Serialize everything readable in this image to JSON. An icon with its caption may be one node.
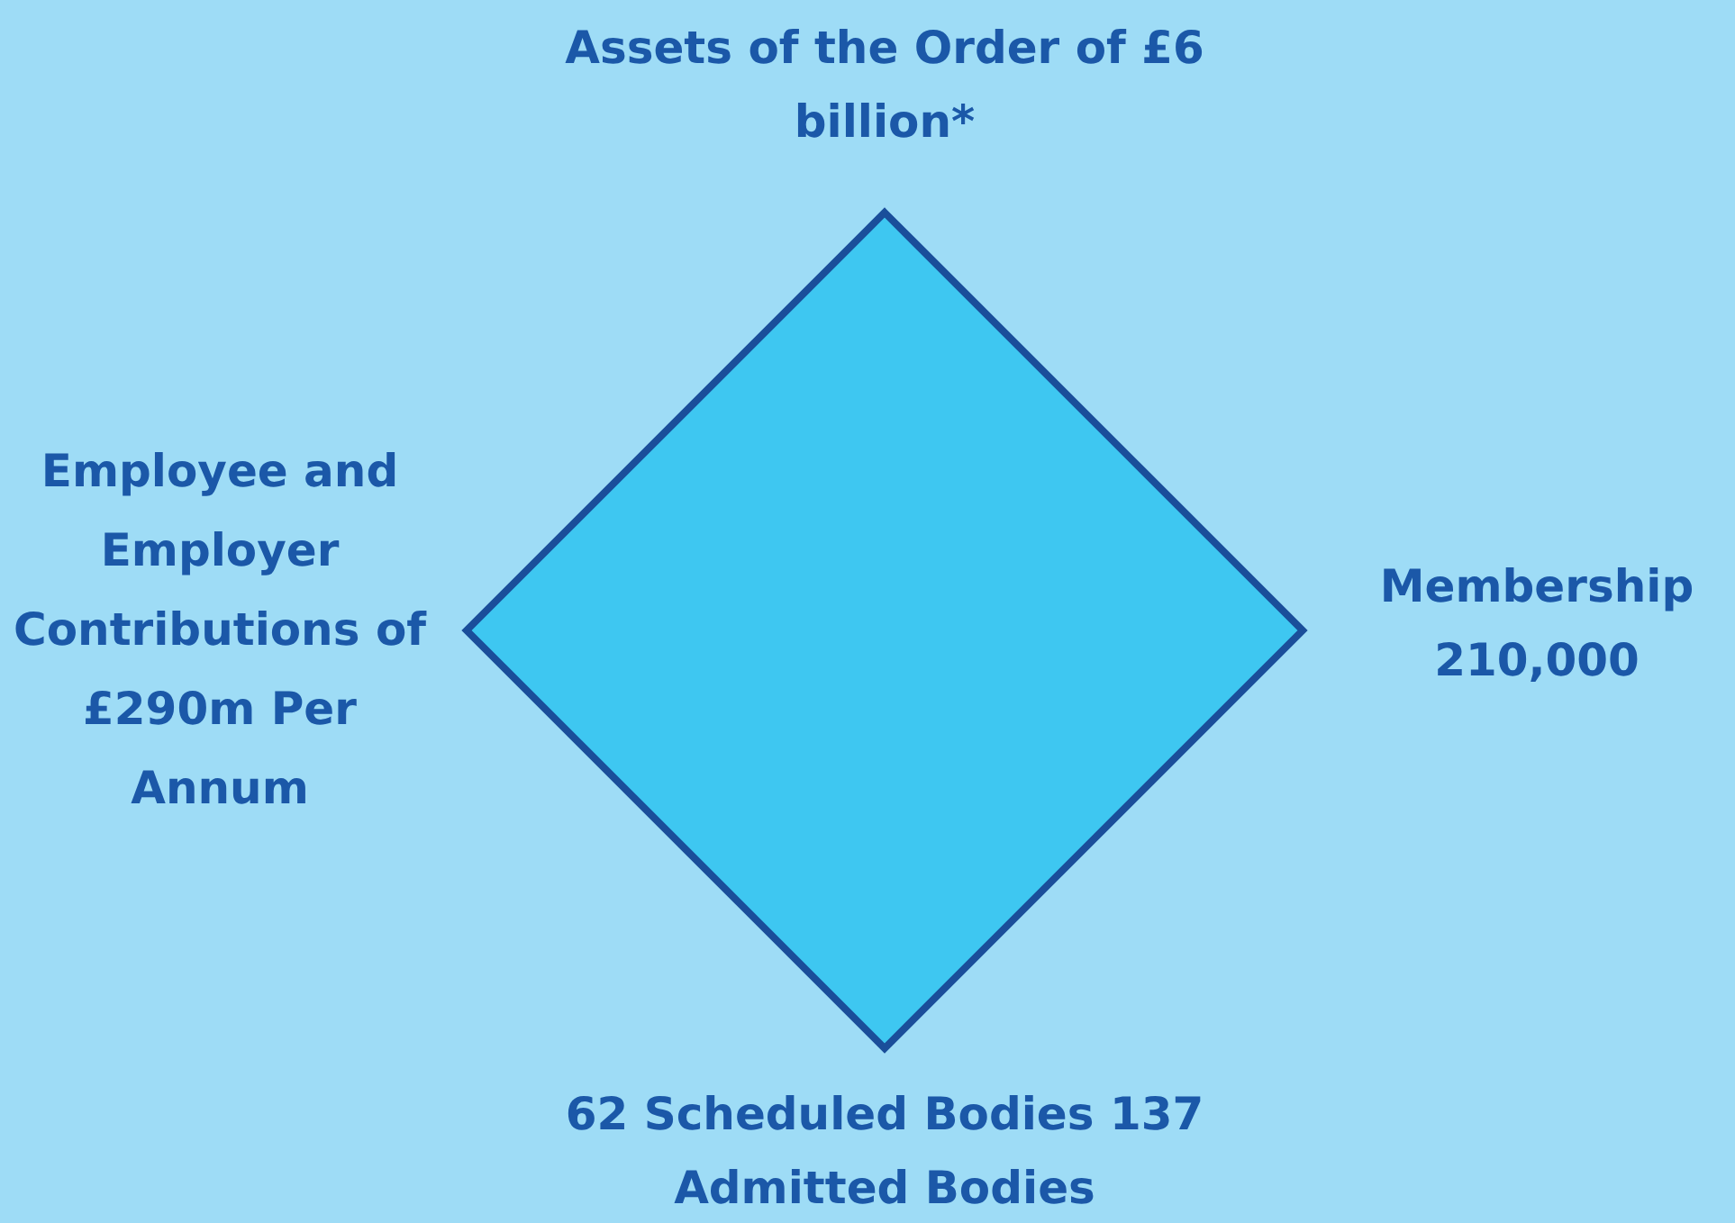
{
  "diagram": {
    "nodes": [
      {
        "text": [],
        "shape": "diamond"
      }
    ],
    "labels": [
      "Assets of the Order of £6 billion*",
      "Employee and Employer Contributions of £290m Per Annum",
      "Membership 210,000",
      "62 Scheduled Bodies 137 Admitted Bodies"
    ]
  }
}
